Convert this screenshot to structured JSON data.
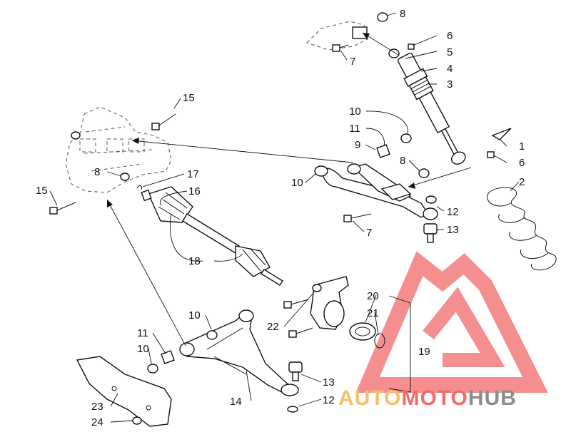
{
  "diagram": {
    "callouts": [
      {
        "id": "c1",
        "text": "1"
      },
      {
        "id": "c2",
        "text": "2"
      },
      {
        "id": "c3",
        "text": "3"
      },
      {
        "id": "c4",
        "text": "4"
      },
      {
        "id": "c5",
        "text": "5"
      },
      {
        "id": "c6a",
        "text": "6"
      },
      {
        "id": "c6b",
        "text": "6"
      },
      {
        "id": "c7a",
        "text": "7"
      },
      {
        "id": "c7b",
        "text": "7"
      },
      {
        "id": "c8a",
        "text": "8"
      },
      {
        "id": "c8b",
        "text": "8"
      },
      {
        "id": "c8c",
        "text": "8"
      },
      {
        "id": "c9",
        "text": "9"
      },
      {
        "id": "c10a",
        "text": "10"
      },
      {
        "id": "c10b",
        "text": "10"
      },
      {
        "id": "c10c",
        "text": "10"
      },
      {
        "id": "c10d",
        "text": "10"
      },
      {
        "id": "c11a",
        "text": "11"
      },
      {
        "id": "c11b",
        "text": "11"
      },
      {
        "id": "c12a",
        "text": "12"
      },
      {
        "id": "c12b",
        "text": "12"
      },
      {
        "id": "c13a",
        "text": "13"
      },
      {
        "id": "c13b",
        "text": "13"
      },
      {
        "id": "c14",
        "text": "14"
      },
      {
        "id": "c15a",
        "text": "15"
      },
      {
        "id": "c15b",
        "text": "15"
      },
      {
        "id": "c16",
        "text": "16"
      },
      {
        "id": "c17",
        "text": "17"
      },
      {
        "id": "c18",
        "text": "18"
      },
      {
        "id": "c19",
        "text": "19"
      },
      {
        "id": "c20",
        "text": "20"
      },
      {
        "id": "c21",
        "text": "21"
      },
      {
        "id": "c22",
        "text": "22"
      },
      {
        "id": "c23",
        "text": "23"
      },
      {
        "id": "c24",
        "text": "24"
      }
    ]
  },
  "watermark": {
    "part1": "AUTO",
    "part2": "MOTO",
    "part3": "HUB",
    "color_light": "#f5c16c",
    "color_red": "#f26a6a",
    "color_grey": "#8c8c8c"
  }
}
